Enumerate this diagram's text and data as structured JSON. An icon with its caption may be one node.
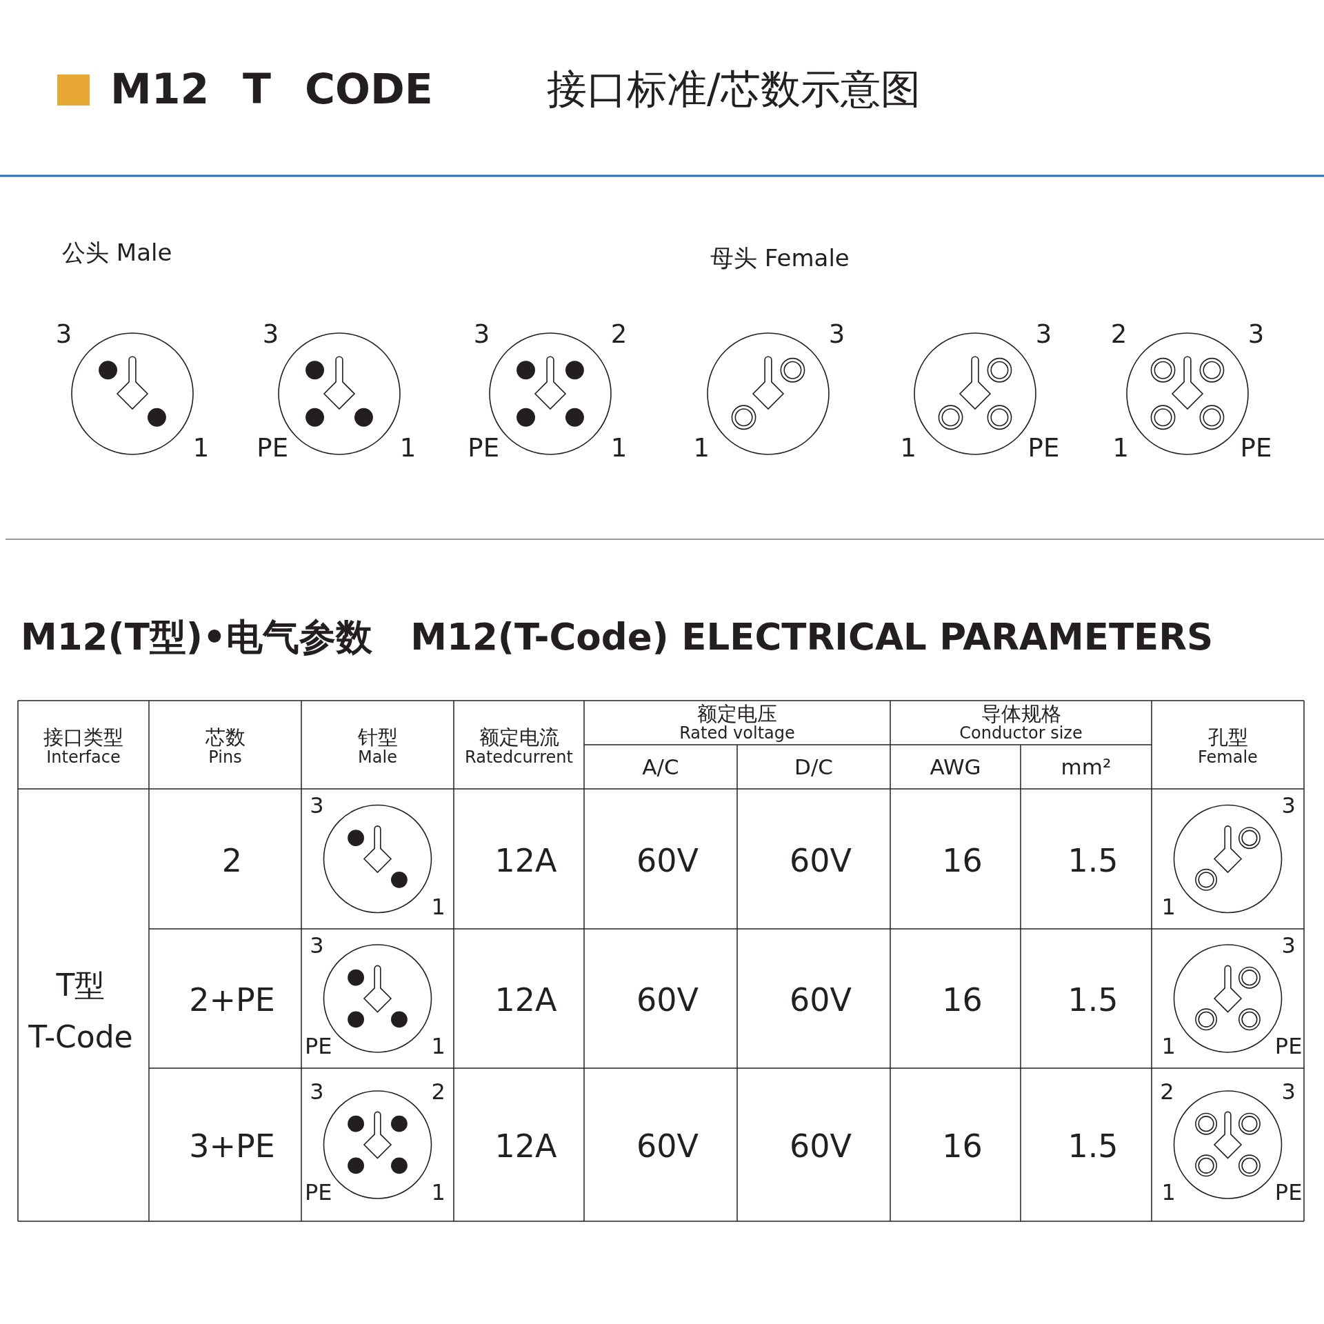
{
  "diagram": {
    "title": "M12 T CODE",
    "labels": [
      "接口标准/芯数示意图",
      "公头 Male",
      "母头 Female",
      "3",
      "1",
      "3",
      "PE",
      "1",
      "3",
      "2",
      "PE",
      "1",
      "3",
      "1",
      "3",
      "1",
      "PE",
      "2",
      "3",
      "1",
      "PE",
      "M12(T型)•电气参数   M12(T-Code) ELECTRICAL PARAMETERS",
      "接口类型",
      "Interface",
      "芯数",
      "Pins",
      "针型",
      "Male",
      "额定电流",
      "Ratedcurrent",
      "额定电压",
      "Rated voltage",
      "导体规格",
      "Conductor size",
      "孔型",
      "Female",
      "A/C",
      "D/C",
      "AWG",
      "mm²",
      "T型",
      "T-Code",
      "2",
      "3",
      "1",
      "12A",
      "60V",
      "60V",
      "16",
      "1.5",
      "3",
      "1",
      "2+PE",
      "3",
      "PE",
      "1",
      "12A",
      "60V",
      "60V",
      "16",
      "1.5",
      "3",
      "1",
      "PE",
      "3+PE",
      "3",
      "2",
      "PE",
      "1",
      "12A",
      "60V",
      "60V",
      "16",
      "1.5",
      "2",
      "3",
      "1",
      "PE"
    ]
  }
}
